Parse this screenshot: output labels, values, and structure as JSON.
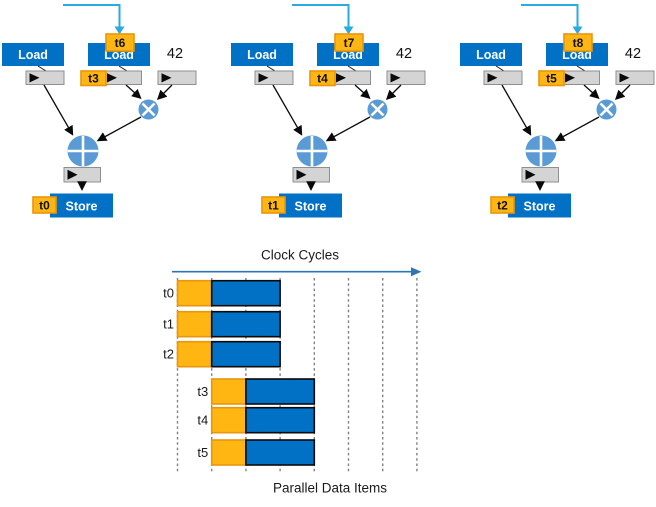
{
  "diagrams": [
    {
      "tag_top": "t6",
      "load1": "Load",
      "load2": "Load",
      "tag_reg": "t3",
      "constant": "42",
      "store": "Store",
      "tag_store": "t0"
    },
    {
      "tag_top": "t7",
      "load1": "Load",
      "load2": "Load",
      "tag_reg": "t4",
      "constant": "42",
      "store": "Store",
      "tag_store": "t1"
    },
    {
      "tag_top": "t8",
      "load1": "Load",
      "load2": "Load",
      "tag_reg": "t5",
      "constant": "42",
      "store": "Store",
      "tag_store": "t2"
    }
  ],
  "chart": {
    "title": "Clock Cycles",
    "xlabel": "Parallel Data Items",
    "num_gridlines": 8,
    "rows": [
      {
        "label": "t0",
        "tag_start": 0,
        "compute_start": 1,
        "compute_len": 2
      },
      {
        "label": "t1",
        "tag_start": 0,
        "compute_start": 1,
        "compute_len": 2
      },
      {
        "label": "t2",
        "tag_start": 0,
        "compute_start": 1,
        "compute_len": 2
      },
      {
        "label": "t3",
        "tag_start": 1,
        "compute_start": 2,
        "compute_len": 2
      },
      {
        "label": "t4",
        "tag_start": 1,
        "compute_start": 2,
        "compute_len": 2
      },
      {
        "label": "t5",
        "tag_start": 1,
        "compute_start": 2,
        "compute_len": 2
      }
    ]
  },
  "chart_data": {
    "type": "gantt",
    "title": "Clock Cycles",
    "xlabel": "Parallel Data Items",
    "x_unit": "clock cycle",
    "x_range": [
      0,
      7
    ],
    "rows": [
      {
        "label": "t0",
        "tag_cycle": [
          0,
          1
        ],
        "compute_cycles": [
          1,
          3
        ]
      },
      {
        "label": "t1",
        "tag_cycle": [
          0,
          1
        ],
        "compute_cycles": [
          1,
          3
        ]
      },
      {
        "label": "t2",
        "tag_cycle": [
          0,
          1
        ],
        "compute_cycles": [
          1,
          3
        ]
      },
      {
        "label": "t3",
        "tag_cycle": [
          1,
          2
        ],
        "compute_cycles": [
          2,
          4
        ]
      },
      {
        "label": "t4",
        "tag_cycle": [
          1,
          2
        ],
        "compute_cycles": [
          2,
          4
        ]
      },
      {
        "label": "t5",
        "tag_cycle": [
          1,
          2
        ],
        "compute_cycles": [
          2,
          4
        ]
      }
    ]
  },
  "colors": {
    "intel_blue": "#0071C5",
    "node_blue": "#5B9BD5",
    "tag_orange": "#FFB612",
    "tag_border_orange": "#E8960C",
    "register_gray": "#D4D4D4",
    "register_border": "#8F8F8F",
    "feedback_cyan": "#29ABE2",
    "axis_blue": "#2E75B6",
    "gridline_gray": "#7F7F7F",
    "arrow_black": "#0a0a0a"
  }
}
